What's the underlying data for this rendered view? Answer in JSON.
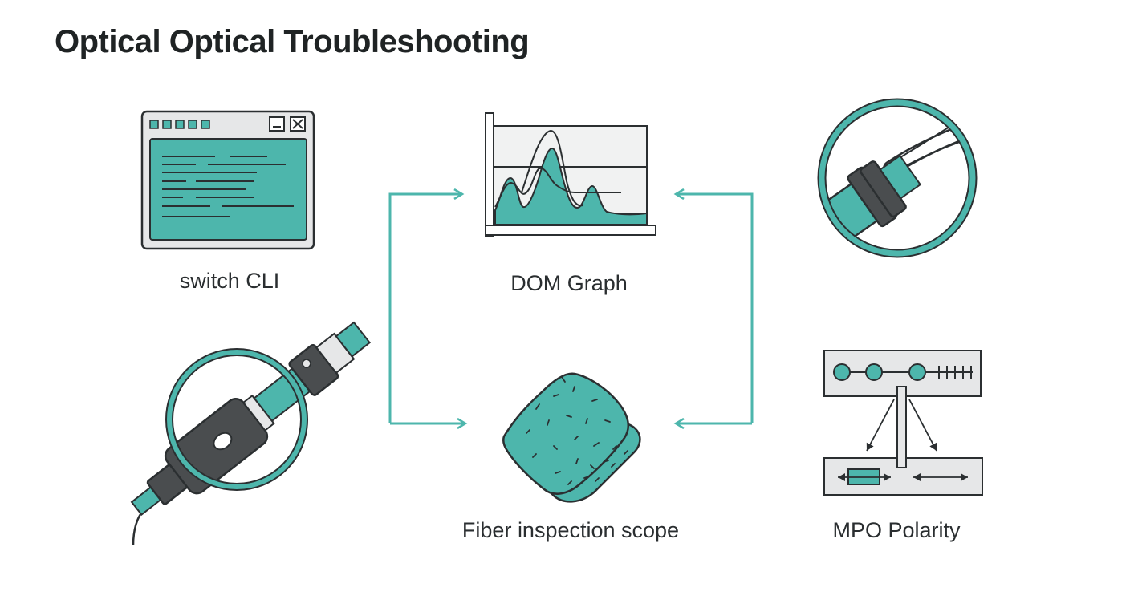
{
  "title": "Optical Optical Troubleshooting",
  "nodes": {
    "switch_cli": "switch CLI",
    "dom_graph": "DOM Graph",
    "connector": "",
    "inspection_probe": "",
    "fiber_scope": "Fiber inspection scope",
    "mpo_polarity": "MPO Polarity"
  },
  "colors": {
    "accent": "#4db6ac",
    "dark": "#4a4d4f",
    "light_gray": "#e6e7e8",
    "outline": "#2b2f31"
  }
}
